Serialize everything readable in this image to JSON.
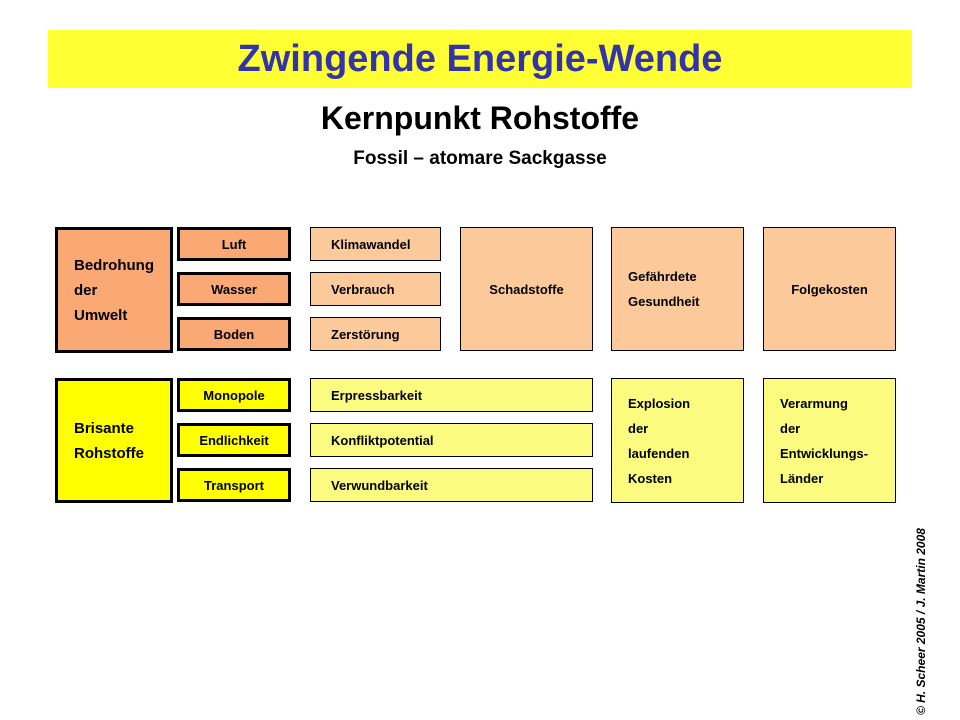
{
  "header": {
    "title": "Zwingende Energie-Wende",
    "subtitle": "Kernpunkt Rohstoffe",
    "subsubtitle": "Fossil – atomare Sackgasse",
    "banner_color": "#ffff33",
    "title_color": "#3333aa"
  },
  "colors": {
    "orange": "#faa974",
    "orange_light": "#fcca9a",
    "yellow": "#ffff00",
    "yellow_light": "#fbfb80",
    "border": "#000000"
  },
  "rows": [
    {
      "id": "umwelt",
      "category": {
        "lines": [
          "Bedrohung",
          "der",
          "Umwelt"
        ]
      },
      "resources": [
        "Luft",
        "Wasser",
        "Boden"
      ],
      "effects": [
        "Klimawandel",
        "Verbrauch",
        "Zerstörung"
      ],
      "consequence": "Schadstoffe",
      "impact": {
        "lines": [
          "Gefährdete",
          "Gesundheit"
        ]
      },
      "cost": {
        "lines": [
          "Folgekosten"
        ]
      }
    },
    {
      "id": "rohstoffe",
      "category": {
        "lines": [
          "Brisante",
          "Rohstoffe"
        ]
      },
      "resources": [
        "Monopole",
        "Endlichkeit",
        "Transport"
      ],
      "effects": [
        "Erpressbarkeit",
        "Konfliktpotential",
        "Verwundbarkeit"
      ],
      "impact": {
        "lines": [
          "Explosion",
          "der",
          "laufenden",
          "Kosten"
        ]
      },
      "cost": {
        "lines": [
          "Verarmung",
          "der",
          "Entwicklungs-",
          "Länder"
        ]
      }
    }
  ],
  "copyright": "© H. Scheer 2005 / J. Martin 2008"
}
